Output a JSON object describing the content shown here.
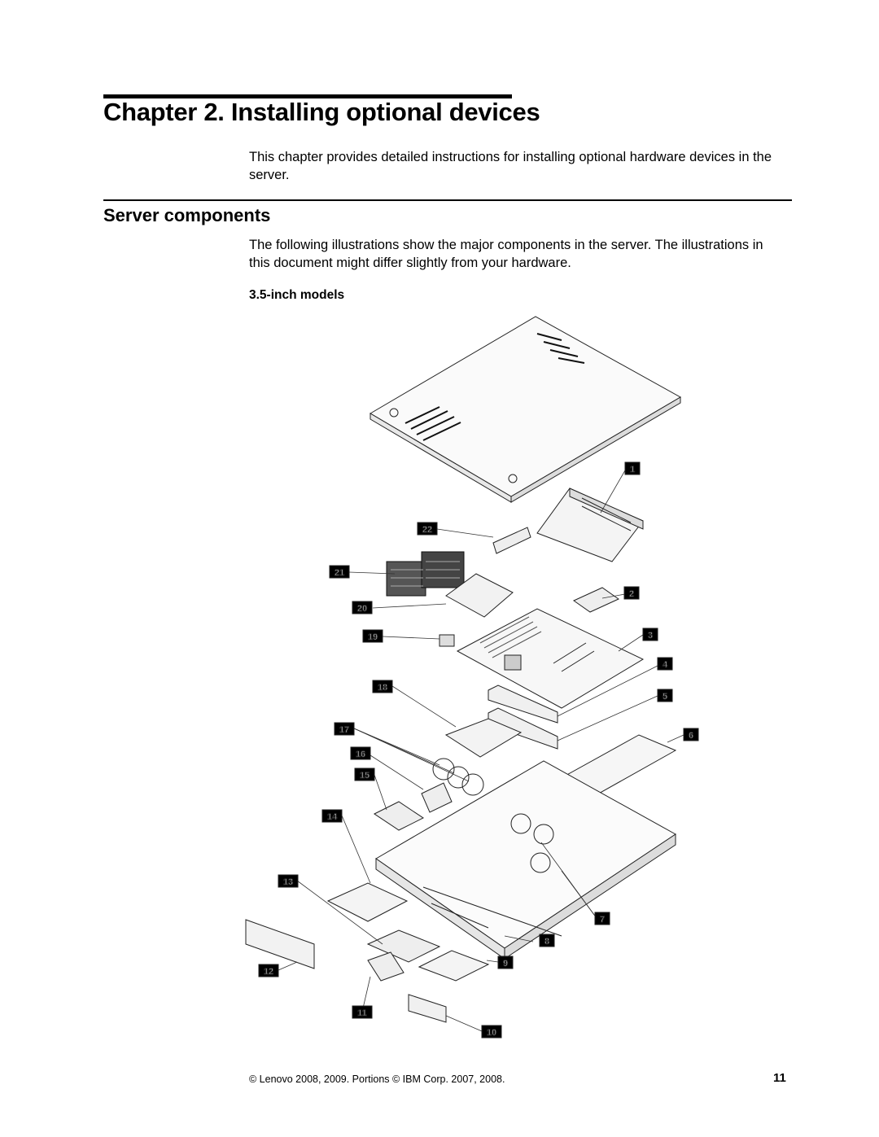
{
  "chapter": {
    "title": "Chapter 2. Installing optional devices"
  },
  "intro": {
    "text": "This chapter provides detailed instructions for installing optional hardware devices in the server."
  },
  "section": {
    "title": "Server components",
    "body": "The following illustrations show the major components in the server. The illustrations in this document might differ slightly from your hardware.",
    "subheading": "3.5-inch models"
  },
  "figure": {
    "callouts": [
      "1",
      "2",
      "3",
      "4",
      "5",
      "6",
      "7",
      "8",
      "9",
      "10",
      "11",
      "12",
      "13",
      "14",
      "15",
      "16",
      "17",
      "18",
      "19",
      "20",
      "21",
      "22"
    ]
  },
  "footer": {
    "copyright": "© Lenovo 2008, 2009. Portions © IBM Corp. 2007, 2008.",
    "page_number": "11"
  }
}
